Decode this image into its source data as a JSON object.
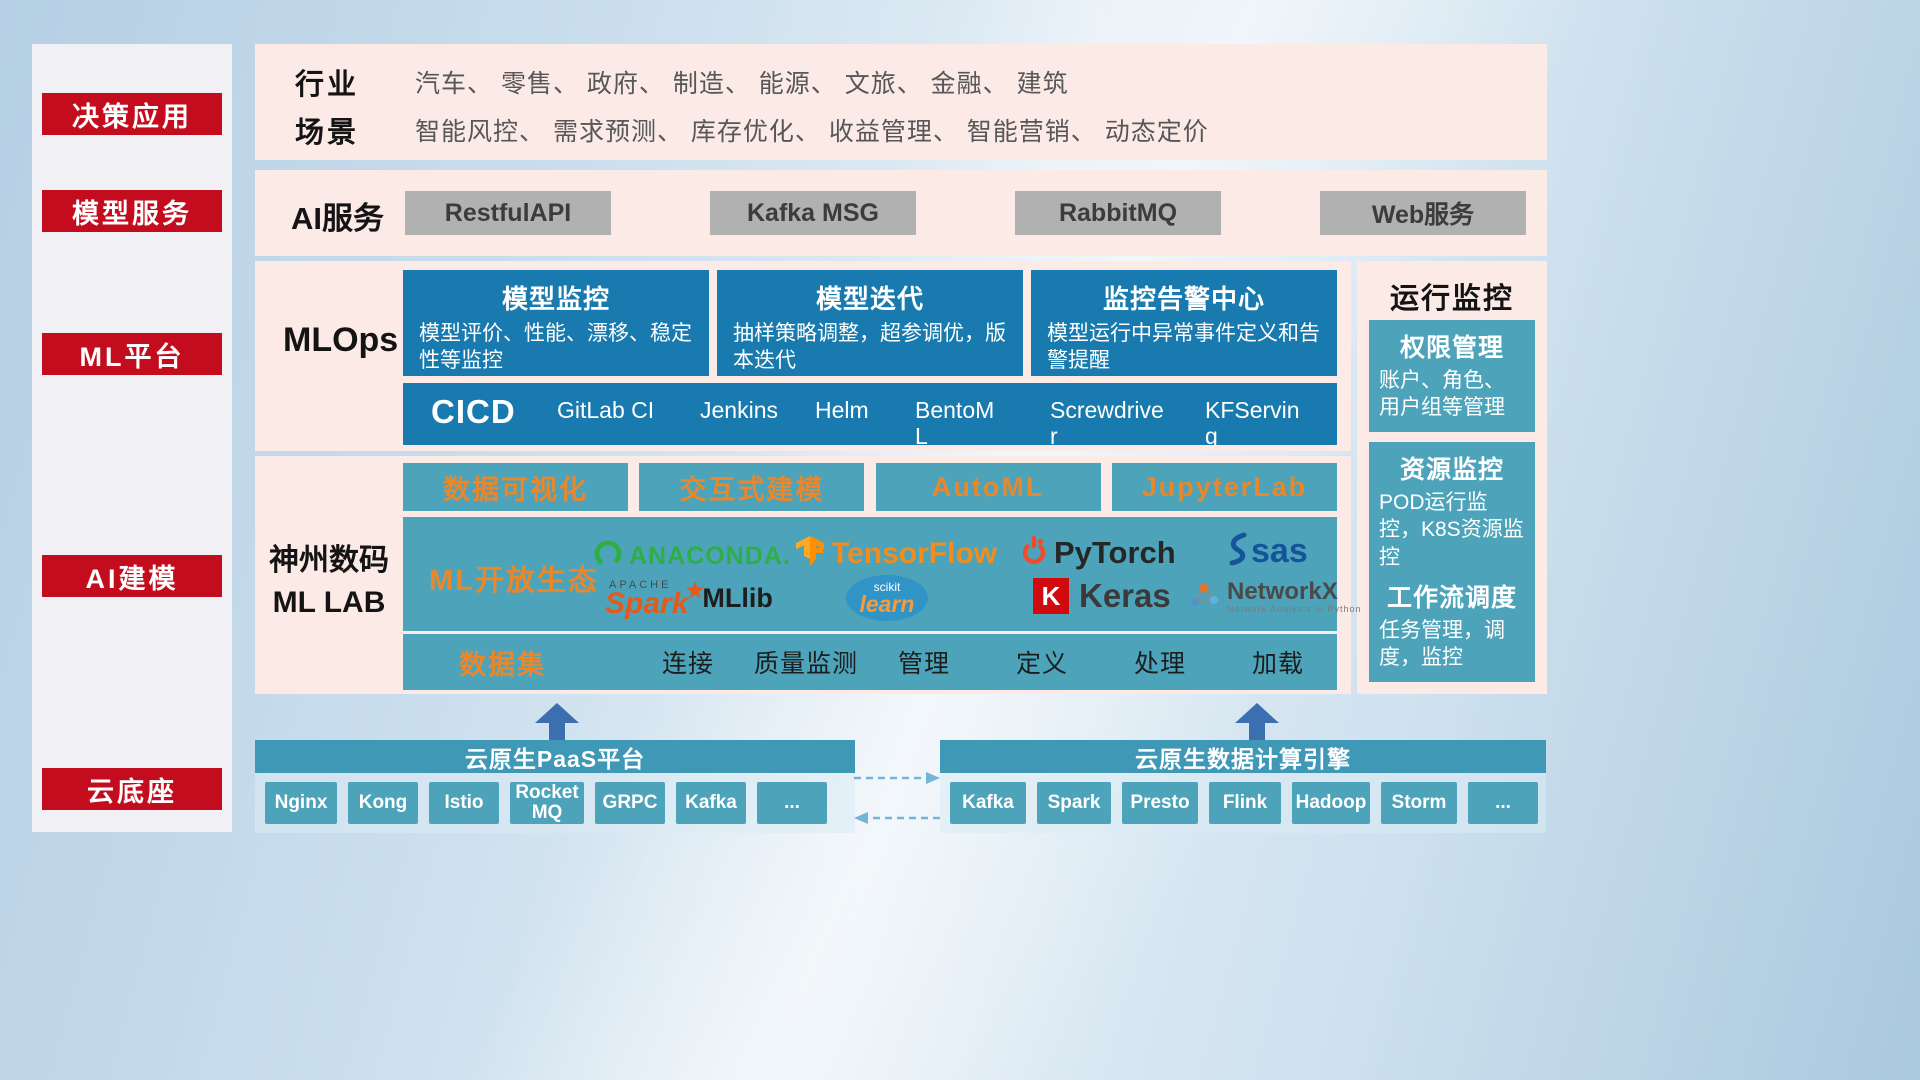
{
  "colors": {
    "red": "#c30d1e",
    "pink_panel": "#fceae6",
    "dark_blue": "#187aae",
    "teal": "#4da4ba",
    "teal_bar": "#3e98b6",
    "orange": "#e8872b",
    "gray_button": "#b1b1b2"
  },
  "sidebar": {
    "items": [
      "决策应用",
      "模型服务",
      "ML平台",
      "AI建模",
      "云底座"
    ]
  },
  "industry": {
    "rows": [
      {
        "label": "行业",
        "text": "汽车、 零售、 政府、 制造、 能源、 文旅、 金融、 建筑"
      },
      {
        "label": "场景",
        "text": "智能风控、 需求预测、 库存优化、 收益管理、 智能营销、 动态定价"
      }
    ]
  },
  "ai_service": {
    "label": "AI服务",
    "buttons": [
      "RestfulAPI",
      "Kafka MSG",
      "RabbitMQ",
      "Web服务"
    ]
  },
  "mlops": {
    "label": "MLOps",
    "cards": [
      {
        "title": "模型监控",
        "desc": "模型评价、性能、漂移、稳定性等监控"
      },
      {
        "title": "模型迭代",
        "desc": "抽样策略调整，超参调优，版本迭代"
      },
      {
        "title": "监控告警中心",
        "desc": "模型运行中异常事件定义和告警提醒"
      }
    ],
    "cicd_label": "CICD",
    "cicd_tools": [
      "GitLab CI",
      "Jenkins",
      "Helm",
      "BentoML",
      "Screwdriver",
      "KFServing"
    ]
  },
  "monitor": {
    "title": "运行监控",
    "cards": [
      {
        "title": "权限管理",
        "desc": "账户、角色、用户组等管理"
      },
      {
        "title": "资源监控",
        "desc": "POD运行监控，K8S资源监控"
      },
      {
        "title": "工作流调度",
        "desc": "任务管理，调度，监控"
      }
    ]
  },
  "mllab": {
    "label_line1": "神州数码",
    "label_line2": "ML LAB",
    "tools": [
      "数据可视化",
      "交互式建模",
      "AutoML",
      "JupyterLab"
    ],
    "ecosystem_label": "ML开放生态",
    "logos": {
      "anaconda": "ANACONDA.",
      "tensorflow": "TensorFlow",
      "pytorch": "PyTorch",
      "sas": "sas",
      "apache": "APACHE",
      "spark": "Spark",
      "mllib": "MLlib",
      "scikit": "scikit",
      "learn": "learn",
      "keras_k": "K",
      "keras": "Keras",
      "networkx": "NetworkX",
      "networkx_sub": "Network Analysis in Python"
    },
    "dataset_label": "数据集",
    "dataset_items": [
      "连接",
      "质量监测",
      "管理",
      "定义",
      "处理",
      "加载"
    ]
  },
  "bottom": {
    "paas_title": "云原生PaaS平台",
    "paas_items": [
      "Nginx",
      "Kong",
      "Istio",
      "RocketMQ",
      "GRPC",
      "Kafka",
      "..."
    ],
    "engine_title": "云原生数据计算引擎",
    "engine_items": [
      "Kafka",
      "Spark",
      "Presto",
      "Flink",
      "Hadoop",
      "Storm",
      "..."
    ]
  }
}
